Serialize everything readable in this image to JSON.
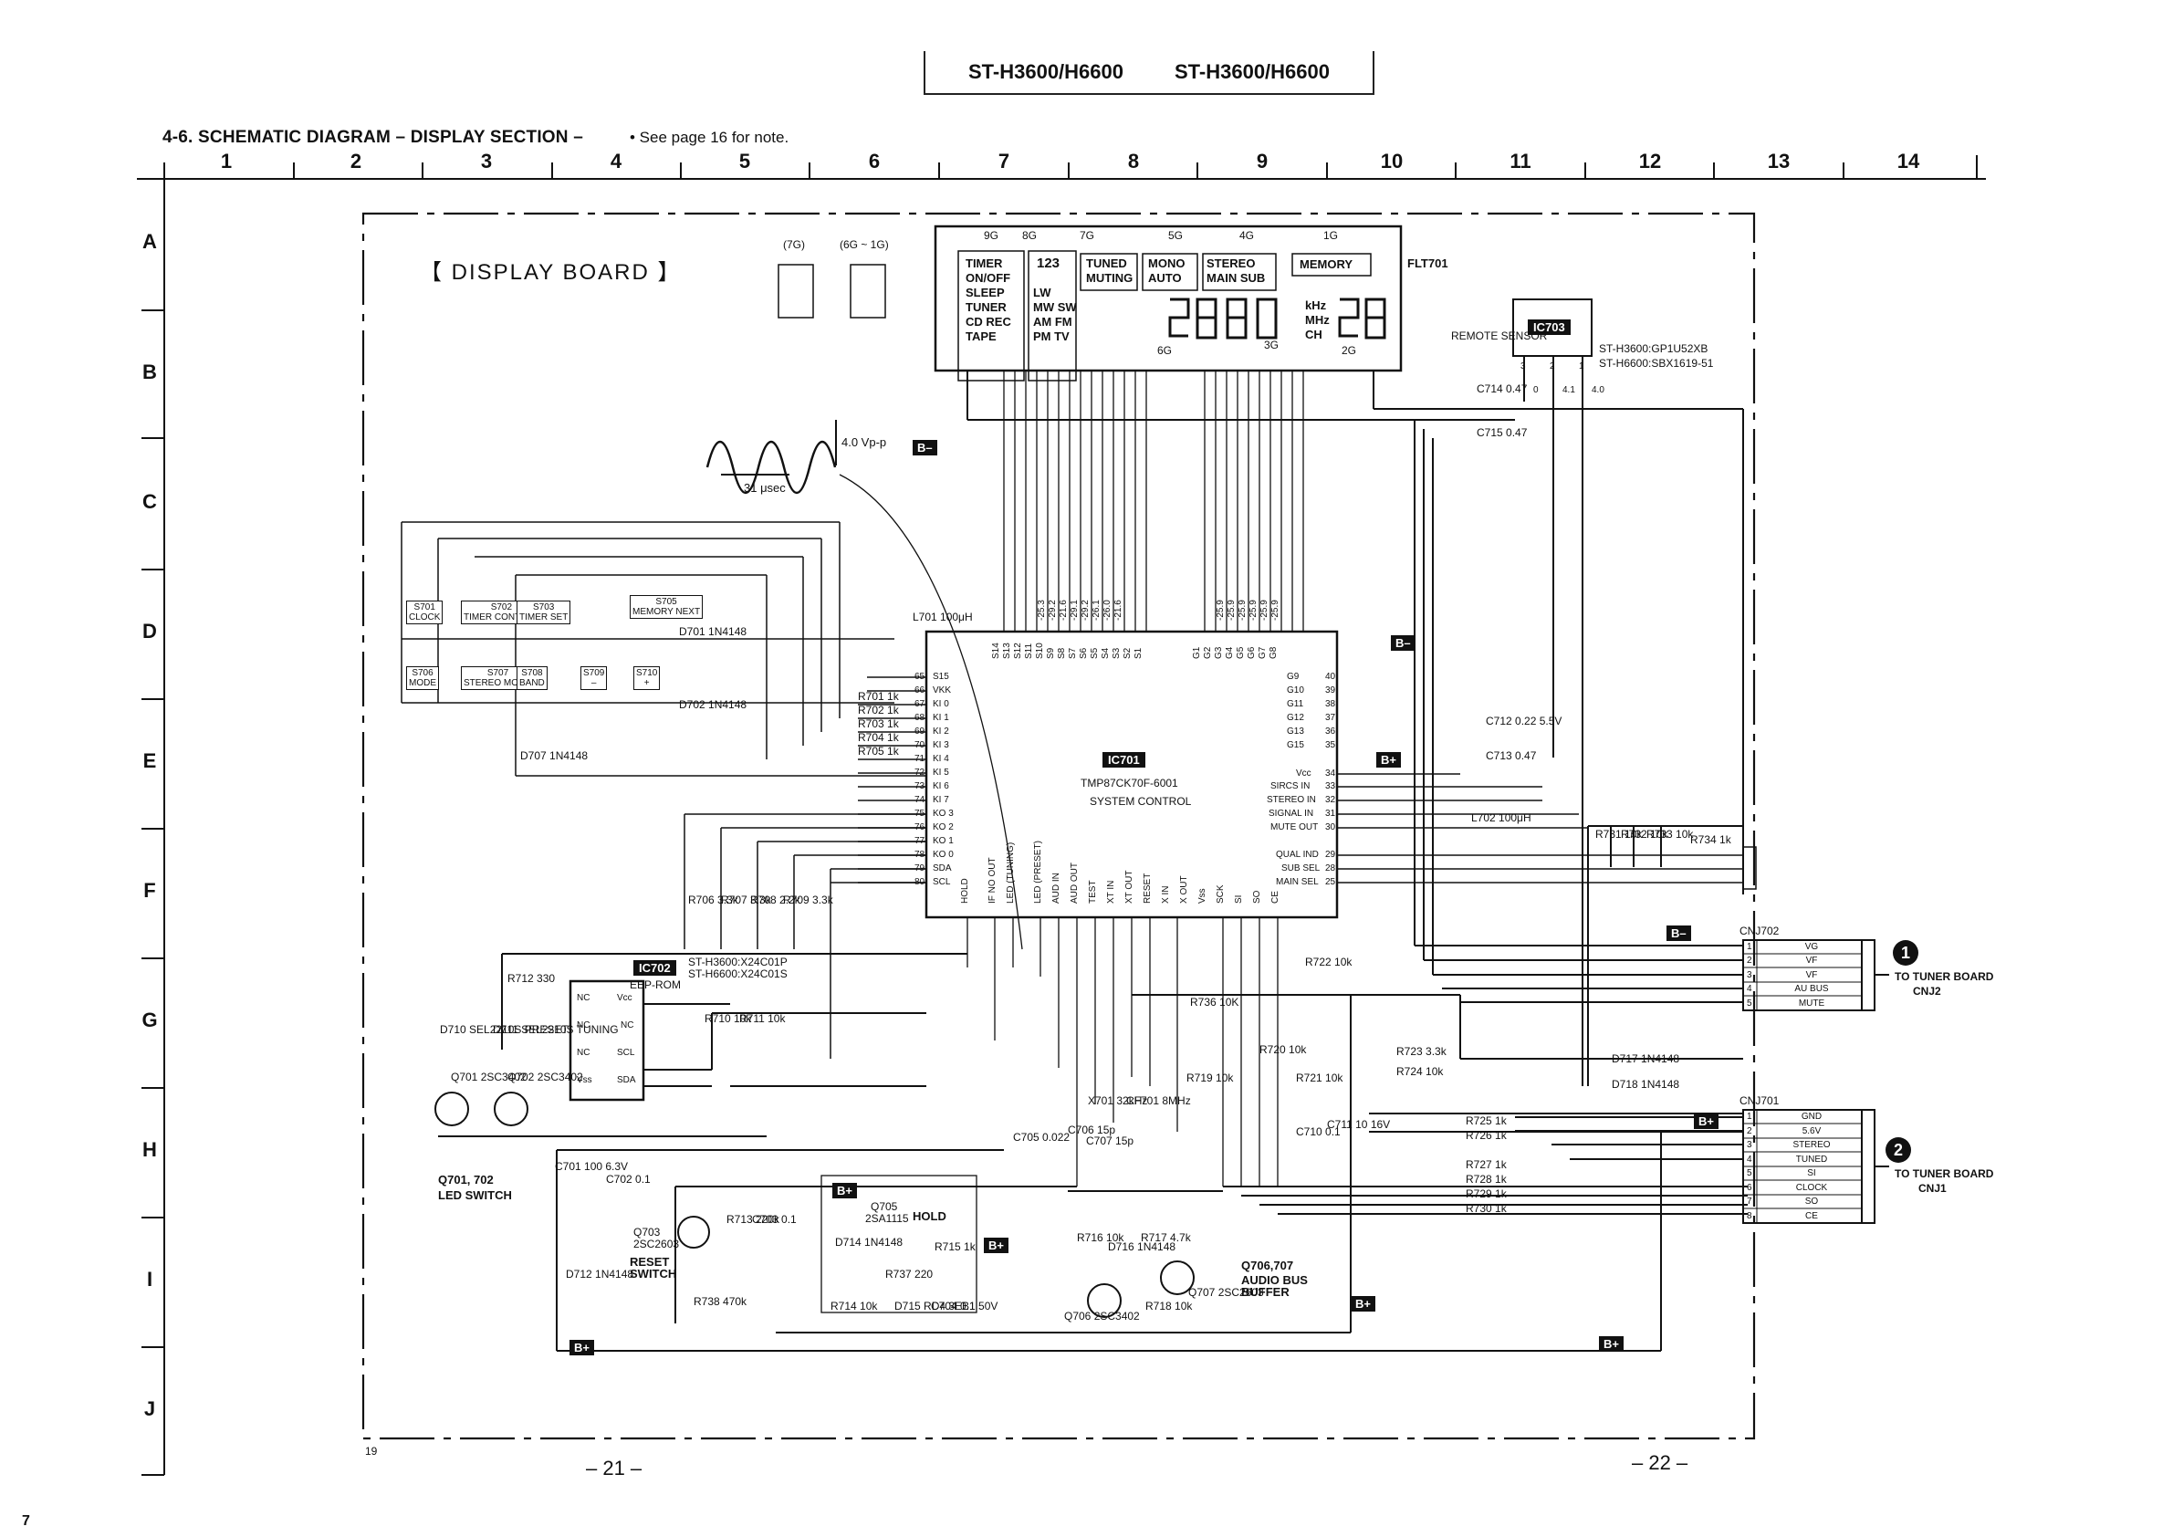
{
  "header": {
    "model_left": "ST-H3600/H6600",
    "model_right": "ST-H3600/H6600"
  },
  "section": {
    "title": "4-6.  SCHEMATIC DIAGRAM – DISPLAY SECTION –",
    "note": "• See page 16 for note."
  },
  "grid": {
    "columns": [
      "1",
      "2",
      "3",
      "4",
      "5",
      "6",
      "7",
      "8",
      "9",
      "10",
      "11",
      "12",
      "13",
      "14"
    ],
    "rows": [
      "A",
      "B",
      "C",
      "D",
      "E",
      "F",
      "G",
      "H",
      "I",
      "J"
    ]
  },
  "board": {
    "title": "【 DISPLAY BOARD 】"
  },
  "fl": {
    "name": "FLT701",
    "grid_labels": [
      "9G",
      "8G",
      "7G",
      "5G",
      "4G",
      "1G",
      "6G",
      "3G",
      "2G"
    ],
    "segment_legend": {
      "a": "(7G)",
      "b": "(6G ~ 1G)"
    },
    "indicators": [
      "TIMER",
      "ON/OFF",
      "SLEEP",
      "TUNER",
      "CD REC",
      "TAPE",
      "LW",
      "MW SW",
      "AM FM",
      "PM TV",
      "123",
      "TUNED",
      "MUTING",
      "MONO",
      "AUTO",
      "STEREO",
      "MAIN SUB",
      "MEMORY",
      "kHz",
      "MHz",
      "CH"
    ]
  },
  "waveform": {
    "amplitude": "4.0 Vp-p",
    "period": "31 μsec"
  },
  "ic703": {
    "name": "IC703",
    "label": "REMOTE SENSOR",
    "part1": "ST-H3600:GP1U52XB",
    "part2": "ST-H6600:SBX1619-51",
    "pins": [
      "3",
      "2",
      "1"
    ],
    "volts": [
      "0",
      "4.1",
      "4.0"
    ]
  },
  "ic701": {
    "name": "IC701",
    "part": "TMP87CK70F-6001",
    "function": "SYSTEM CONTROL",
    "left_pins": [
      "S15",
      "VKK",
      "KI 0",
      "KI 1",
      "KI 2",
      "KI 3",
      "KI 4",
      "KI 5",
      "KI 6",
      "KI 7",
      "KO 3",
      "KO 2",
      "KO 1",
      "KO 0",
      "SDA",
      "SCL"
    ],
    "left_nums": [
      "65",
      "66",
      "67",
      "68",
      "69",
      "70",
      "71",
      "72",
      "73",
      "74",
      "75",
      "76",
      "77",
      "78",
      "79",
      "80"
    ],
    "right_pins": [
      "G9",
      "G10",
      "G11",
      "G12",
      "G13",
      "G15",
      "Vcc",
      "SIRCS IN",
      "STEREO IN",
      "SIGNAL IN",
      "MUTE OUT",
      "QUAL IND",
      "SUB SEL",
      "MAIN SEL"
    ],
    "right_nums": [
      "40",
      "39",
      "38",
      "37",
      "36",
      "35",
      "34",
      "33",
      "32",
      "31",
      "30",
      "29",
      "28",
      "25"
    ],
    "top_pins": [
      "S14",
      "S13",
      "S12",
      "S11",
      "S10",
      "S9",
      "S8",
      "S7",
      "S6",
      "S5",
      "S4",
      "S3",
      "S2",
      "S1",
      "G1",
      "G2",
      "G3",
      "G4",
      "G5",
      "G6",
      "G7",
      "G8"
    ],
    "bottom_pins": [
      "HOLD",
      "IF NO OUT",
      "LED (TUNING)",
      "LED (PRESET)",
      "AUD IN",
      "AUD OUT",
      "TEST",
      "XT IN",
      "XT OUT",
      "RESET",
      "X IN",
      "X OUT",
      "Vss",
      "SCK",
      "SI",
      "SO",
      "CE"
    ],
    "voltages_top": [
      "-25.3",
      "-29.2",
      "-21.6",
      "-29.1",
      "-29.2",
      "-26.1",
      "-26.0",
      "-21.6",
      "-25.9",
      "-25.9",
      "-25.9",
      "-25.9",
      "-25.9",
      "-25.9"
    ]
  },
  "ic702": {
    "name": "IC702",
    "part1": "ST-H3600:X24C01P",
    "part2": "ST-H6600:X24C01S",
    "function": "EEP-ROM",
    "pins_left": [
      "NC",
      "NC",
      "NC",
      "Vss"
    ],
    "pins_right": [
      "Vcc",
      "NC",
      "SCL",
      "SDA"
    ]
  },
  "switches": [
    {
      "ref": "S701",
      "label": "CLOCK"
    },
    {
      "ref": "S702",
      "label": "TIMER CONTROL"
    },
    {
      "ref": "S703",
      "label": "TIMER SET"
    },
    {
      "ref": "S705",
      "label": "MEMORY NEXT"
    },
    {
      "ref": "S706",
      "label": "MODE"
    },
    {
      "ref": "S707",
      "label": "STEREO MONO"
    },
    {
      "ref": "S708",
      "label": "BAND"
    },
    {
      "ref": "S709",
      "label": "–"
    },
    {
      "ref": "S710",
      "label": "+"
    }
  ],
  "parts": {
    "resistors": [
      "R701 1k",
      "R702 1k",
      "R703 1k",
      "R704 1k",
      "R705 1k",
      "R706 3.3k",
      "R707 3.3k",
      "R708 2.2k",
      "R709 3.3k",
      "R710 10k",
      "R711 10k",
      "R712 330",
      "R713 220k",
      "R714 10k",
      "R715 1k",
      "R716 10k",
      "R717 4.7k",
      "R718 10k",
      "R719 10k",
      "R720 10k",
      "R721 10k",
      "R722 10k",
      "R723 3.3k",
      "R724 10k",
      "R725 1k",
      "R726 1k",
      "R727 1k",
      "R728 1k",
      "R729 1k",
      "R730 1k",
      "R731 10k",
      "R732 10k",
      "R733 10k",
      "R734 1k",
      "R736 10K",
      "R737 220",
      "R738 470k"
    ],
    "diodes": [
      "D701 1N4148",
      "D702 1N4148",
      "D707 1N4148",
      "D712 1N4148",
      "D714 1N4148",
      "D715 RD4.3EB1",
      "D716 1N4148",
      "D717 1N4148",
      "D718 1N4148"
    ],
    "caps": [
      "C701 100 6.3V",
      "C702 0.1",
      "C703 0.1",
      "C704 0.1 50V",
      "C705 0.022",
      "C706 15p",
      "C707 15p",
      "C710 0.1",
      "C711 10 16V",
      "C712 0.22 5.5V",
      "C713 0.47",
      "C714 0.47",
      "C715 0.47"
    ],
    "misc": [
      "L701 100μH",
      "L702 100μH",
      "X701 32kHz",
      "CF701 8MHz",
      "D710 SEL2210S PRESET",
      "D711 SEL2210S TUNING"
    ]
  },
  "transistors": {
    "q701_702": {
      "refs": "Q701, 702",
      "desc": "LED SWITCH",
      "q701": "Q701 2SC3402",
      "q702": "Q702 2SC3402"
    },
    "q703": {
      "ref": "Q703",
      "part": "2SC2603",
      "desc": "RESET SWITCH"
    },
    "q705": {
      "ref": "Q705",
      "part": "2SA1115",
      "desc": "HOLD"
    },
    "q706_707": {
      "refs": "Q706,707",
      "desc": "AUDIO BUS BUFFER",
      "q706": "Q706 2SC3402",
      "q707": "Q707 2SC2603"
    }
  },
  "cnj702": {
    "name": "CNJ702",
    "pins": [
      "1",
      "2",
      "3",
      "4",
      "5"
    ],
    "signals": [
      "VG",
      "VF",
      "VF",
      "AU BUS",
      "MUTE"
    ],
    "dest_num": "1",
    "dest": "TO TUNER BOARD",
    "dest_conn": "CNJ2"
  },
  "cnj701": {
    "name": "CNJ701",
    "pins": [
      "1",
      "2",
      "3",
      "4",
      "5",
      "6",
      "7",
      "8"
    ],
    "signals": [
      "GND",
      "5.6V",
      "STEREO",
      "TUNED",
      "SI",
      "CLOCK",
      "SO",
      "CE"
    ],
    "dest_num": "2",
    "dest": "TO TUNER BOARD",
    "dest_conn": "CNJ1"
  },
  "power_tags": [
    "B–",
    "B–",
    "B+",
    "B–",
    "B+",
    "B+",
    "B+",
    "B+",
    "B+",
    "B+"
  ],
  "footer": {
    "page_left": "– 21 –",
    "page_right": "– 22 –",
    "corner_left": "19",
    "sheet": "7"
  }
}
